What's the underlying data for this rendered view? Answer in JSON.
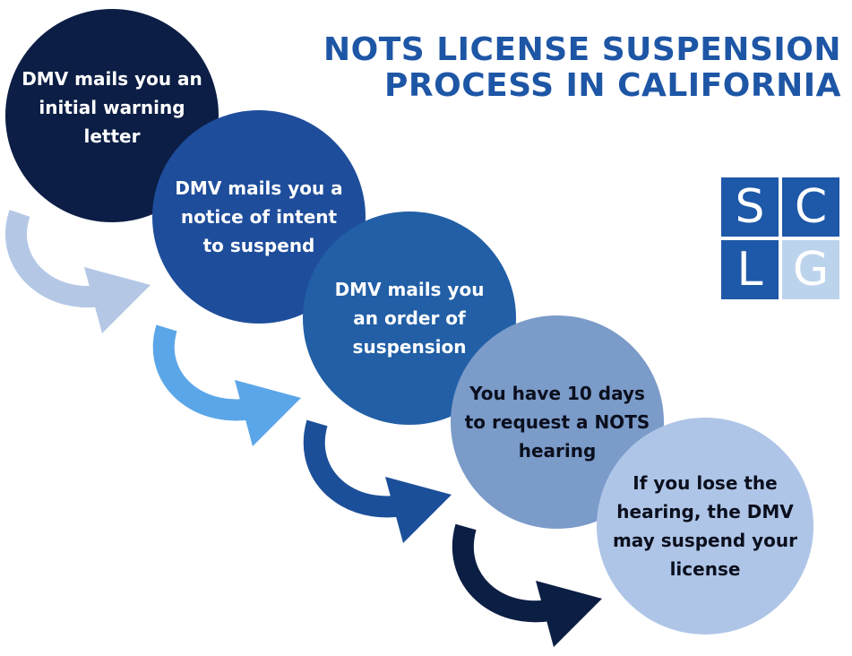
{
  "title": {
    "line1": "NOTS LICENSE SUSPENSION",
    "line2": "PROCESS IN CALIFORNIA"
  },
  "steps": [
    {
      "text": "DMV mails you an initial warning letter",
      "color": "#0c1e45"
    },
    {
      "text": "DMV mails you a notice of intent to suspend",
      "color": "#1e4d9b"
    },
    {
      "text": "DMV mails you an order of suspension",
      "color": "#225fa6"
    },
    {
      "text": "You have 10 days to request a NOTS hearing",
      "color": "#7b9bc9"
    },
    {
      "text": "If you lose the hearing, the DMV may suspend your license",
      "color": "#aec5e7"
    }
  ],
  "logo": {
    "letters": [
      "S",
      "C",
      "L",
      "G"
    ],
    "colors": {
      "dark": "#1e58a8",
      "light": "#bcd3ec"
    }
  },
  "arrow_colors": [
    "#b4c8e6",
    "#5ba6e8",
    "#1c4f99",
    "#0b1e44"
  ],
  "title_color": "#1e56a6"
}
